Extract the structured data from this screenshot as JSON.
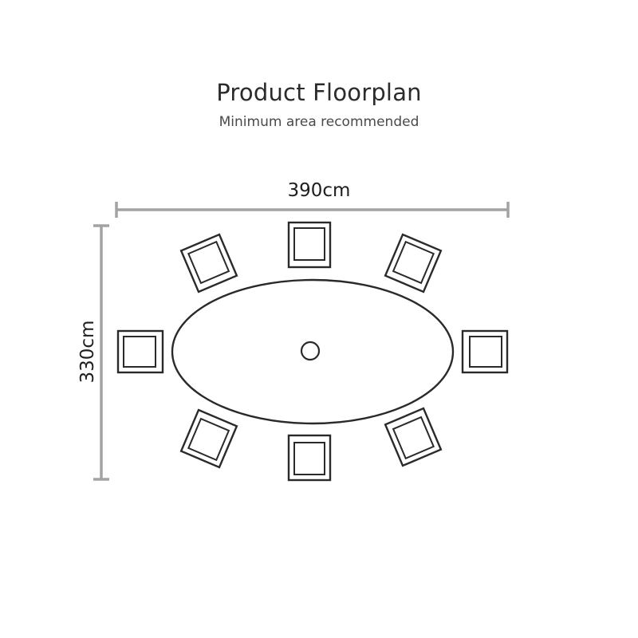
{
  "header": {
    "title": "Product Floorplan",
    "subtitle": "Minimum area recommended"
  },
  "dimensions": {
    "width_label": "390cm",
    "height_label": "330cm"
  },
  "colors": {
    "dimension_line": "#a3a3a3",
    "furniture_stroke": "#2a2a2a",
    "text": "#2b2b2b"
  },
  "furniture": {
    "table_shape": "oval",
    "chair_count": 8,
    "parasol_hole": true
  }
}
